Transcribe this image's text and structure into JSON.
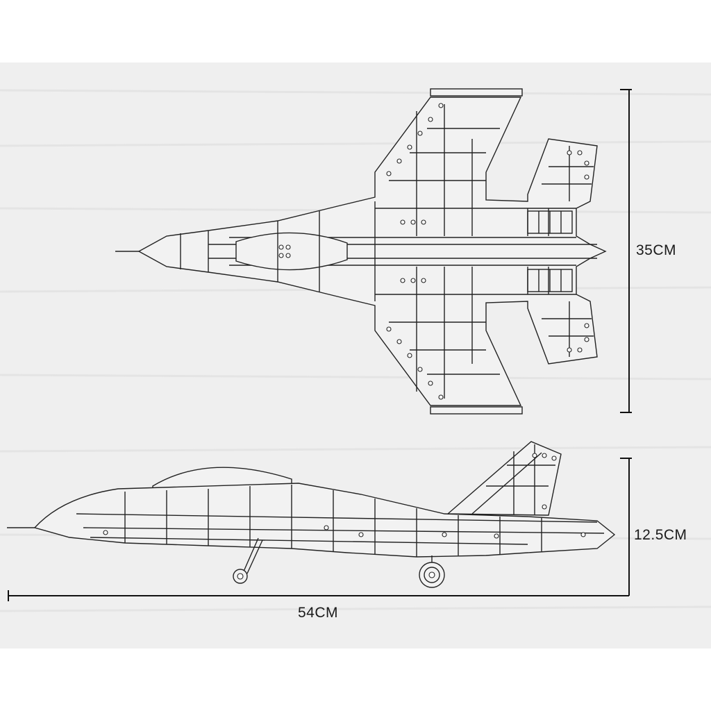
{
  "dimensions": {
    "height_top_view": "35CM",
    "height_side_view": "12.5CM",
    "length": "54CM"
  },
  "colors": {
    "background": "#ffffff",
    "panel": "#efefef",
    "line": "#222222"
  },
  "icons": {
    "top_view": "jet-top-view-icon",
    "side_view": "jet-side-view-icon"
  }
}
